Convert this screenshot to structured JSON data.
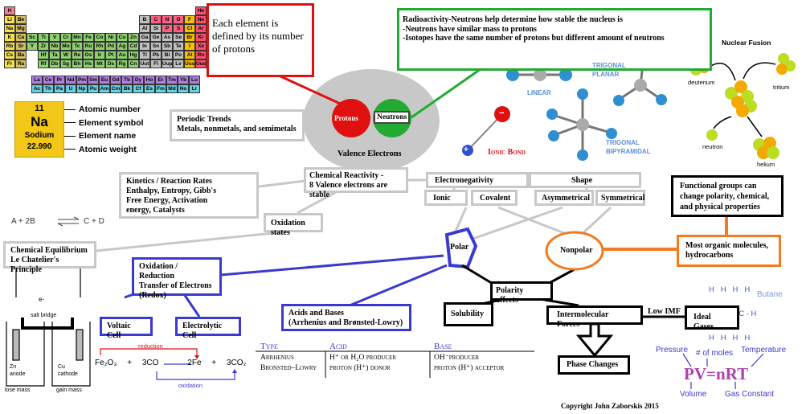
{
  "colors": {
    "red": "#e01010",
    "green": "#22aa33",
    "gray": "#c8c8c8",
    "blue": "#3a3ad0",
    "orange": "#f47a20",
    "purple": "#b040b0",
    "lightblue": "#5b8fd6",
    "atom_blue": "#2f8fd0"
  },
  "periodic_table": {
    "element_symbols": [
      "H",
      "He",
      "Li",
      "Be",
      "B",
      "C",
      "N",
      "O",
      "F",
      "Ne",
      "Na",
      "Mg",
      "Al",
      "Si",
      "P",
      "S",
      "Cl",
      "Ar",
      "K",
      "Ca",
      "Sc",
      "Ti",
      "V",
      "Cr",
      "Mn",
      "Fe",
      "Co",
      "Ni",
      "Cu",
      "Zn",
      "Ga",
      "Ge",
      "As",
      "Se",
      "Br",
      "Kr",
      "Rb",
      "Sr",
      "Y",
      "Zr",
      "Nb",
      "Mo",
      "Tc",
      "Ru",
      "Rh",
      "Pd",
      "Ag",
      "Cd",
      "In",
      "Sn",
      "Sb",
      "Te",
      "I",
      "Xe",
      "Cs",
      "Ba",
      "Hf",
      "Ta",
      "W",
      "Re",
      "Os",
      "Ir",
      "Pt",
      "Au",
      "Hg",
      "Tl",
      "Pb",
      "Bi",
      "Po",
      "At",
      "Rn",
      "Fr",
      "Ra",
      "Rf",
      "Db",
      "Sg",
      "Bh",
      "Hs",
      "Mt",
      "Ds",
      "Rg",
      "Cn",
      "Uut",
      "Fl",
      "Uup",
      "Lv",
      "Uus",
      "Uuo"
    ],
    "lanthanides": [
      "La",
      "Ce",
      "Pr",
      "Nd",
      "Pm",
      "Sm",
      "Eu",
      "Gd",
      "Tb",
      "Dy",
      "Ho",
      "Er",
      "Tm",
      "Yb",
      "Lu"
    ],
    "actinides": [
      "Ac",
      "Th",
      "Pa",
      "U",
      "Np",
      "Pu",
      "Am",
      "Cm",
      "Bk",
      "Cf",
      "Es",
      "Fm",
      "Md",
      "No",
      "Lr"
    ]
  },
  "element_card": {
    "atomic_number": "11",
    "symbol": "Na",
    "name": "Sodium",
    "weight": "22.990",
    "labels": [
      "Atomic number",
      "Element symbol",
      "Element name",
      "Atomic weight"
    ]
  },
  "boxes": {
    "protons_defined": "Each element is defined by its number of protons",
    "radioactivity": [
      "Radioactivity-Neutrons help determine how stable the nucleus is",
      "-Neutrons have similar mass to protons",
      "-Isotopes have the same number of protons but different amount of neutrons"
    ],
    "periodic_trends": [
      "Periodic Trends",
      "Metals, nonmetals, and semimetals"
    ],
    "valence_electrons": "Valence Electrons",
    "chemical_reactivity": [
      "Chemical Reactivity -",
      "8 Valence electrons are stable"
    ],
    "kinetics": [
      "Kinetics / Reaction Rates",
      "Enthalpy, Entropy, Gibb's",
      "Free Energy, Activation",
      "energy, Catalysts"
    ],
    "oxidation_states": "Oxidation states",
    "chemical_equilibrium": [
      "Chemical Equilibrium",
      "Le Chatelier's Principle"
    ],
    "redox": [
      "Oxidation / Reduction",
      "Transfer of Electrons",
      "(Redox)"
    ],
    "voltaic_cell": "Voltaic Cell",
    "electrolytic_cell": "Electrolytic Cell",
    "acids_bases": [
      "Acids and Bases",
      "(Arrhenius and Brønsted-Lowry)"
    ],
    "electronegativity": "Electronegativity",
    "shape": "Shape",
    "ionic": "Ionic",
    "covalent": "Covalent",
    "asymmetrical": "Asymmetrical",
    "symmetrical": "Symmetrical",
    "functional_groups": [
      "Functional groups can",
      "change polarity, chemical,",
      "and physical properties"
    ],
    "organic_molecules": [
      "Most organic molecules,",
      "hydrocarbons"
    ],
    "polar": "Polar",
    "nonpolar": "Nonpolar",
    "polarity_affects": "Polarity affects",
    "solubility": "Solubility",
    "intermolecular_forces": "Intermolecular Forces",
    "low_imf": "Low IMF",
    "ideal_gases": "Ideal Gases",
    "phase_changes": "Phase Changes"
  },
  "atom": {
    "protons": "Protons",
    "neutrons": "Neutrons",
    "ionic_bond": "Ionic Bond",
    "minus": "−",
    "plus": "+"
  },
  "geometry": {
    "linear": "LINEAR",
    "trigonal_planar": [
      "TRIGONAL",
      "PLANAR"
    ],
    "trigonal_bipyramidal": [
      "TRIGONAL",
      "BIPYRAMIDAL"
    ]
  },
  "fusion": {
    "title": "Nuclear Fusion",
    "deuterium": "deuterium",
    "tritium": "tritium",
    "neutron": "neutron",
    "helium": "helium"
  },
  "equilibrium_equation": {
    "left": "A + 2B",
    "right": "C + D"
  },
  "butane": {
    "h_top": "H   H   H   H",
    "chain": "H - C - C - C - C - H",
    "h_bottom": "H   H   H   H",
    "name": "Butane"
  },
  "cell_diagram": {
    "electron": "e-",
    "salt_bridge": "salt bridge",
    "zn_anode": [
      "Zn",
      "anode"
    ],
    "cu_cathode": [
      "Cu",
      "cathode"
    ],
    "lose_mass": "lose mass",
    "gain_mass": "gain mass"
  },
  "redox_equation": {
    "reduction": "reduction",
    "oxidation": "oxidation",
    "fe2o3": "Fe₂O₃",
    "plus1": "+",
    "co": "3CO",
    "arrow": "⟶",
    "fe": "2Fe",
    "plus2": "+",
    "co2": "3CO₂"
  },
  "acid_table": {
    "headers": [
      "Type",
      "Acid",
      "Base"
    ],
    "rows": [
      [
        "Arrhenius",
        "H⁺ or H₂O producer",
        "OH⁻producer"
      ],
      [
        "Bronsted–Lowry",
        "proton (H⁺) donor",
        "proton (H⁺) acceptor"
      ]
    ]
  },
  "gas_law": {
    "pressure": "Pressure",
    "moles": "# of moles",
    "temperature": "Temperature",
    "equation": "PV=nRT",
    "volume": "Volume",
    "gas_constant": "Gas Constant"
  },
  "copyright": "Copyright John Zaborskis 2015"
}
